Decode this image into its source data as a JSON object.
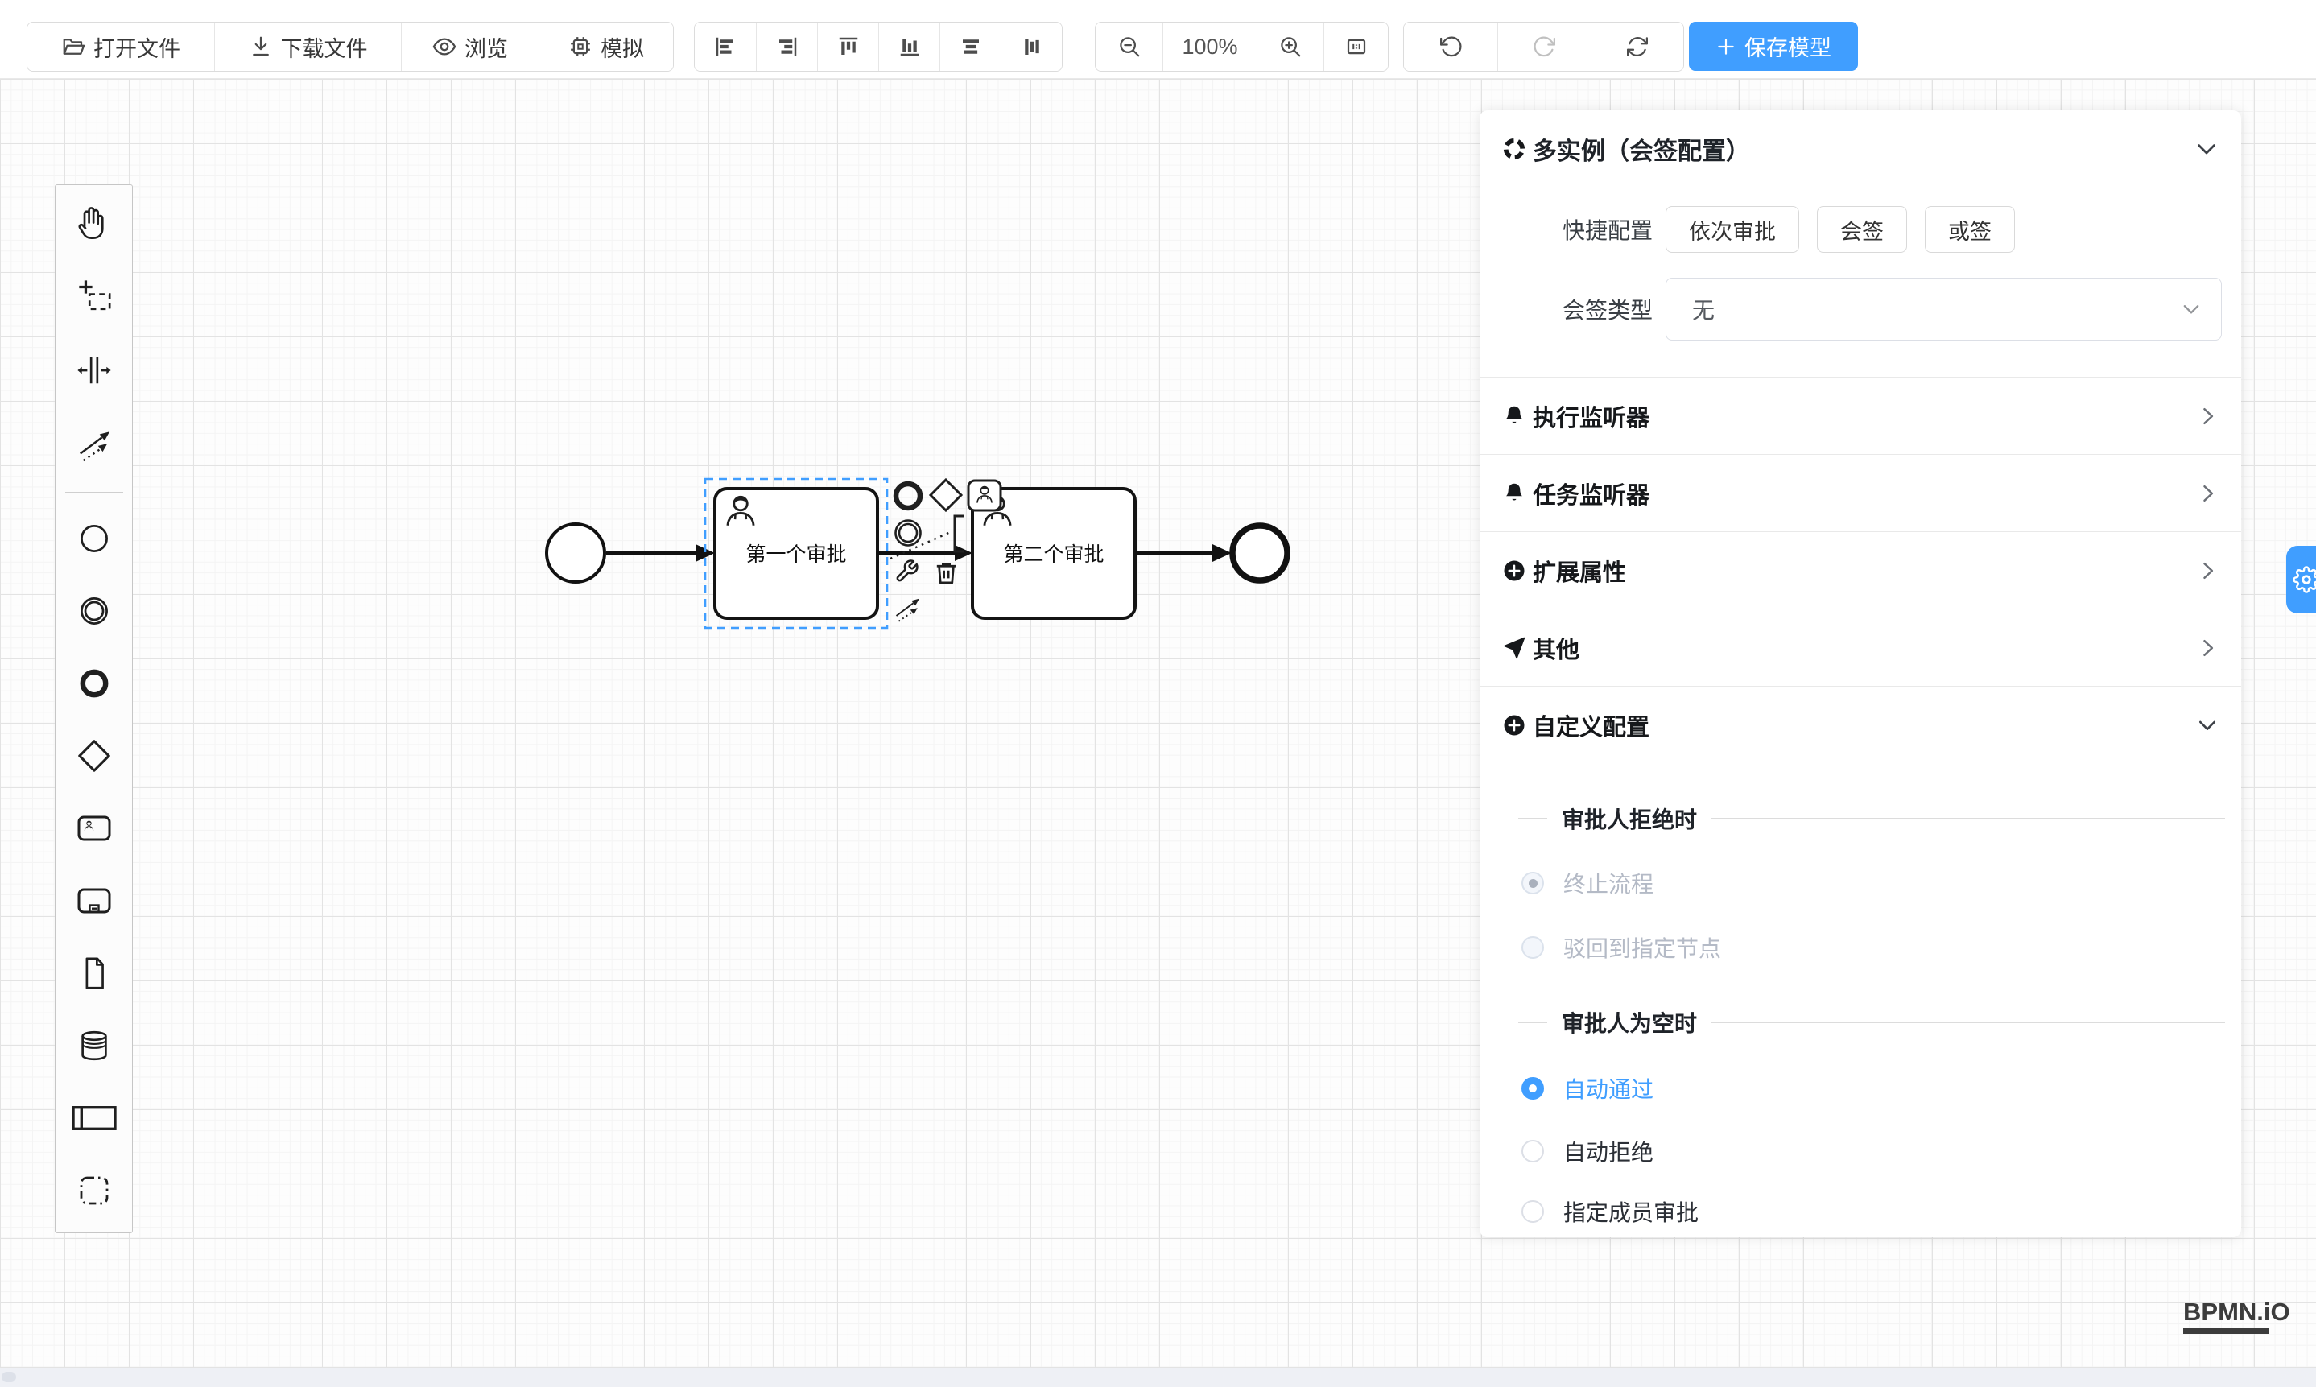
{
  "toolbar": {
    "file_buttons": [
      {
        "label": "打开文件",
        "icon": "folder-open-icon"
      },
      {
        "label": "下载文件",
        "icon": "download-icon"
      },
      {
        "label": "浏览",
        "icon": "eye-icon"
      },
      {
        "label": "模拟",
        "icon": "chip-icon"
      }
    ],
    "align_buttons": [
      "align-left-icon",
      "align-right-icon",
      "align-top-icon",
      "align-bottom-icon",
      "align-center-horizontal-icon",
      "align-middle-vertical-icon"
    ],
    "zoom": {
      "level": "100%"
    },
    "history": [
      "undo-icon",
      "redo-icon",
      "refresh-icon"
    ],
    "save_label": "保存模型"
  },
  "palette": {
    "items": [
      "hand-tool",
      "lasso-tool",
      "space-tool",
      "connection-tool",
      "start-event",
      "intermediate-event",
      "end-event",
      "gateway",
      "user-task",
      "subprocess",
      "data-object",
      "data-store",
      "pool",
      "group"
    ]
  },
  "diagram": {
    "task1_label": "第一个审批",
    "task2_label": "第二个审批",
    "selected_element": "task1"
  },
  "panel": {
    "title": "多实例（会签配置）",
    "quick_config": {
      "label": "快捷配置",
      "options": [
        "依次审批",
        "会签",
        "或签"
      ]
    },
    "sign_type": {
      "label": "会签类型",
      "value": "无"
    },
    "sections": [
      {
        "title": "执行监听器",
        "icon": "bell-icon"
      },
      {
        "title": "任务监听器",
        "icon": "bell-icon"
      },
      {
        "title": "扩展属性",
        "icon": "plus-circle-icon"
      },
      {
        "title": "其他",
        "icon": "send-icon"
      },
      {
        "title": "自定义配置",
        "icon": "plus-circle-icon"
      }
    ],
    "reject_group": {
      "title": "审批人拒绝时",
      "options": [
        {
          "label": "终止流程",
          "selected": true,
          "disabled": true
        },
        {
          "label": "驳回到指定节点",
          "selected": false,
          "disabled": true
        }
      ]
    },
    "empty_group": {
      "title": "审批人为空时",
      "options": [
        {
          "label": "自动通过",
          "selected": true
        },
        {
          "label": "自动拒绝",
          "selected": false
        },
        {
          "label": "指定成员审批",
          "selected": false
        }
      ]
    }
  },
  "logo": {
    "text": "BPMN.iO"
  },
  "colors": {
    "primary": "#409eff"
  }
}
